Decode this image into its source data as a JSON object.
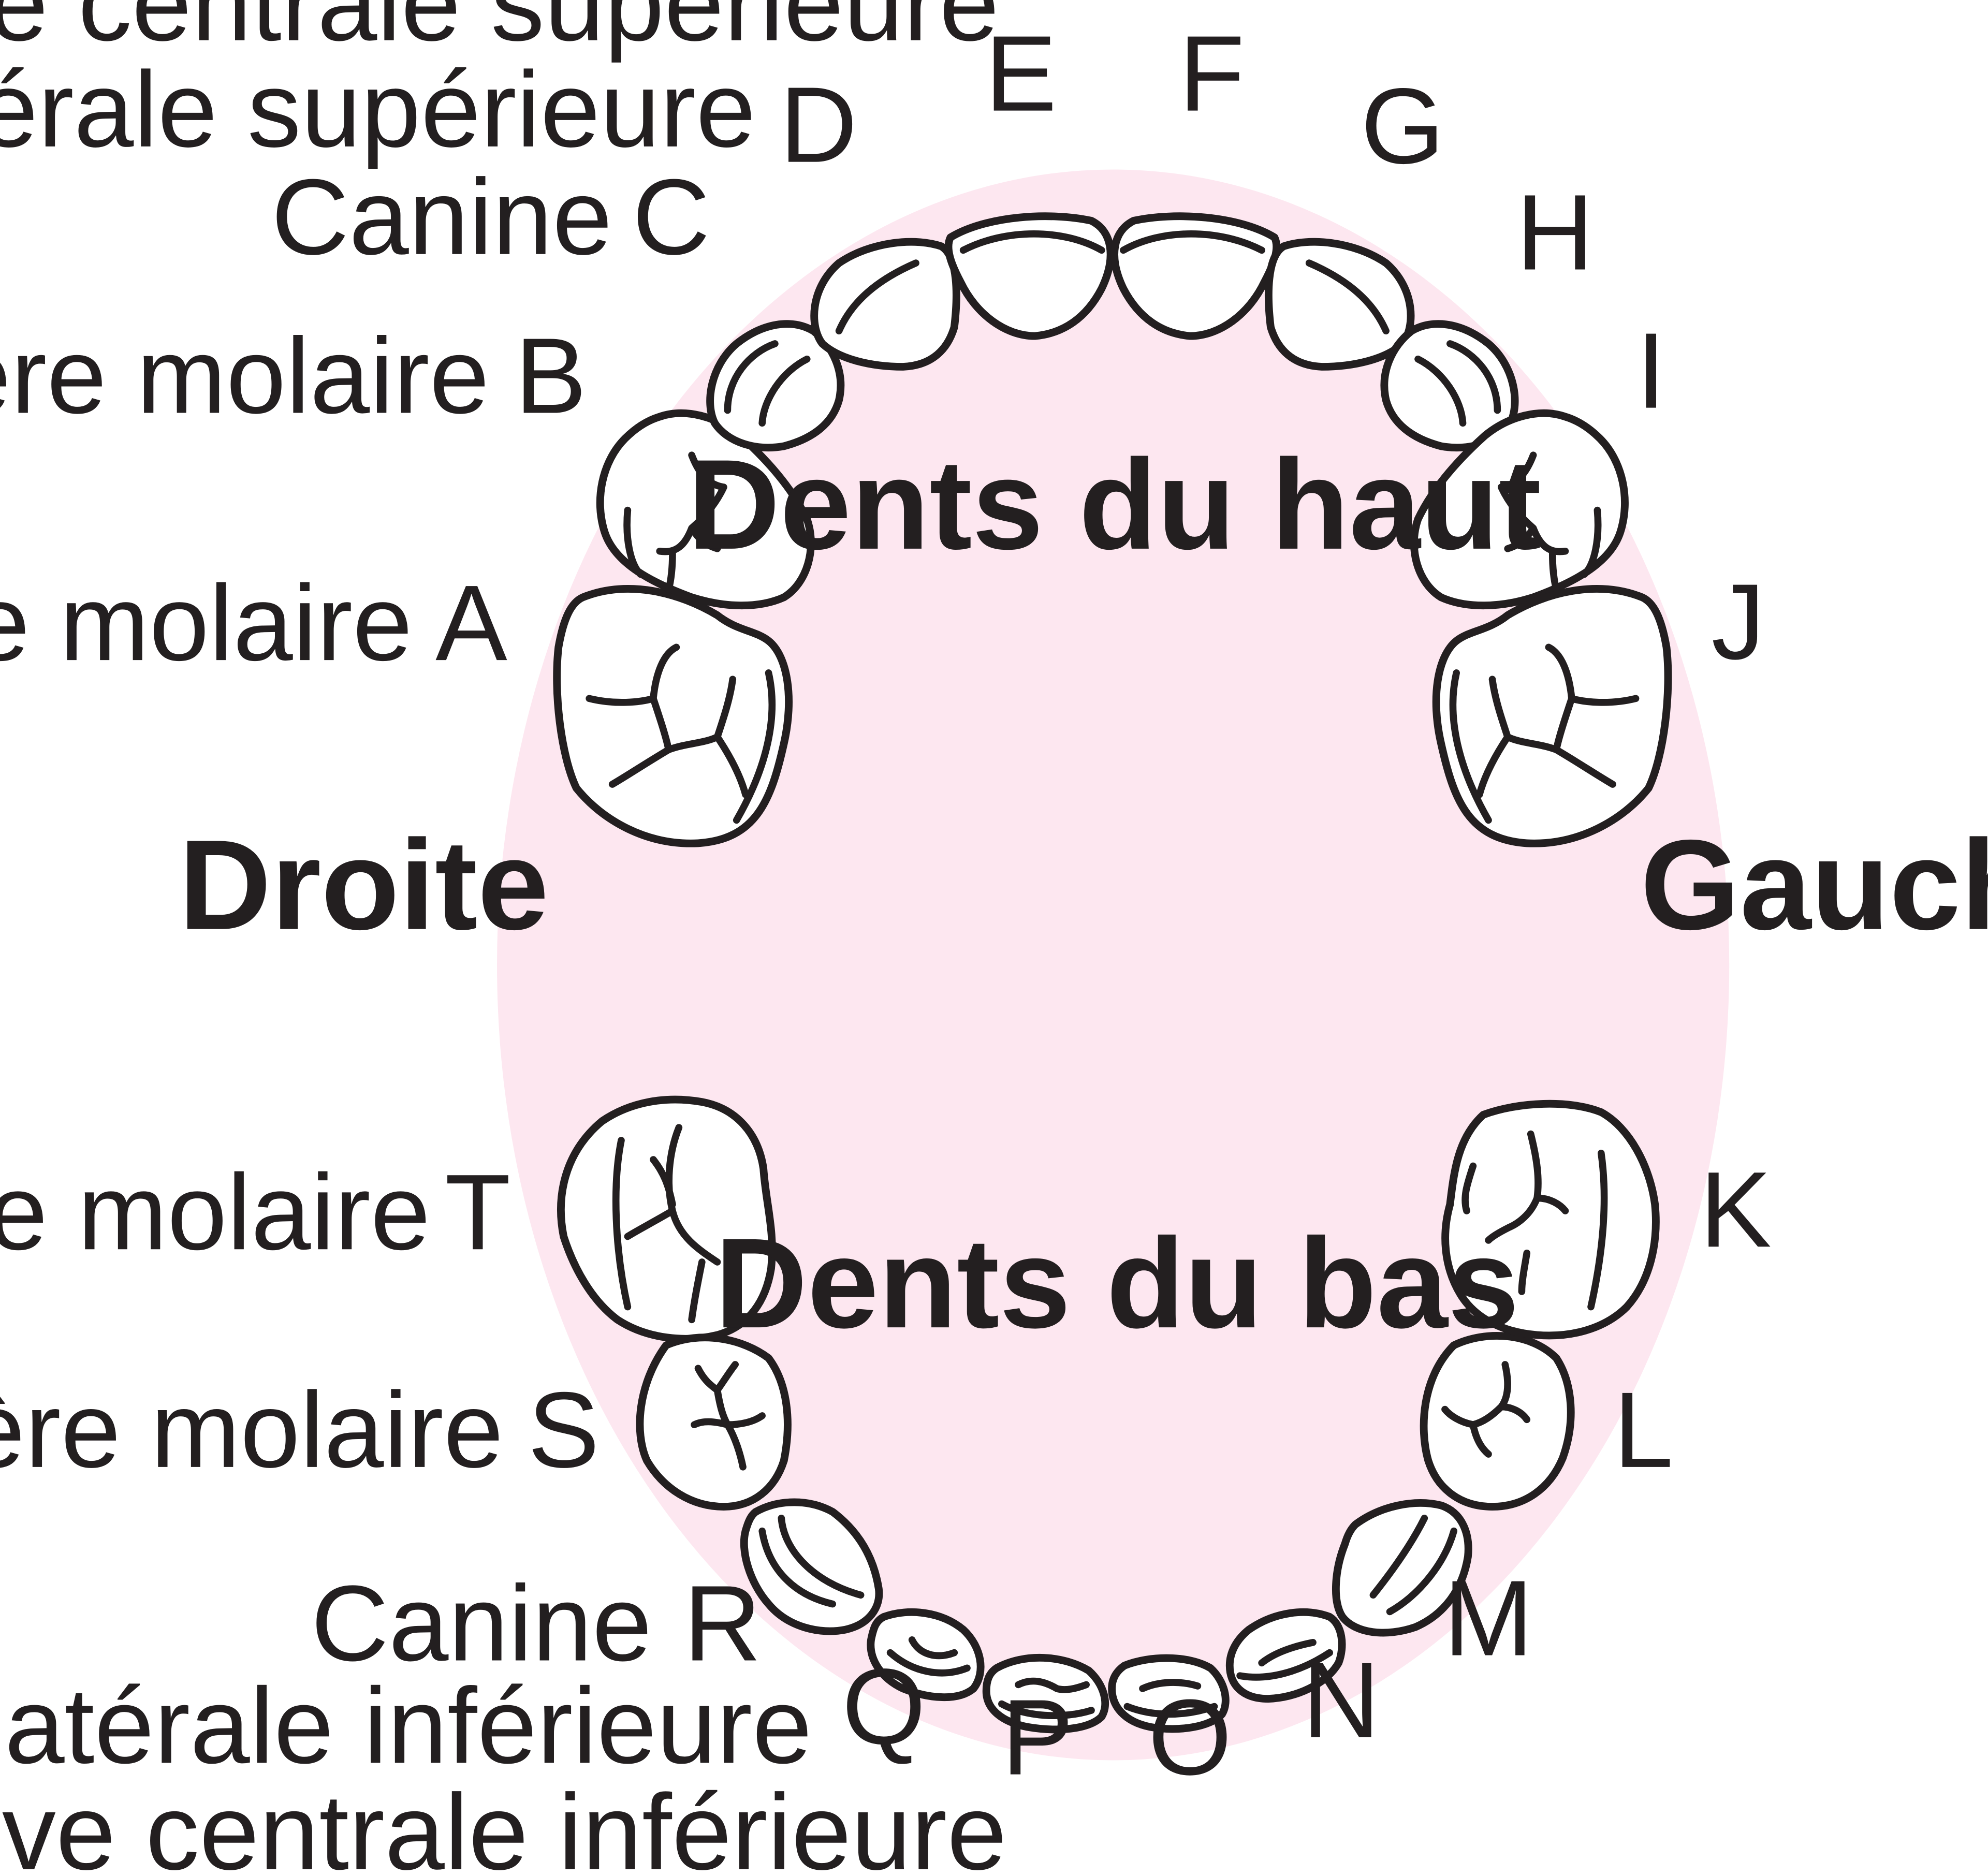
{
  "colors": {
    "palate": "#fde7f0",
    "outline": "#231f20",
    "tooth_fill": "#ffffff",
    "text": "#231f20"
  },
  "titles": {
    "upper": "Dents du haut",
    "lower": "Dents du bas",
    "right": "Droite",
    "left": "Gauche"
  },
  "labels": {
    "upper_central_incisor": "Incisive centrale supérieure",
    "upper_lateral_incisor": "Incisive latérale supérieure",
    "upper_canine": "Canine",
    "upper_first_molar": "Première molaire",
    "upper_second_molar": "Deuxième molaire",
    "lower_second_molar": "Deuxième molaire",
    "lower_first_molar": "Première molaire",
    "lower_canine": "Canine",
    "lower_lateral_incisor": "Incisive latérale inférieure",
    "lower_central_incisor": "Incisive centrale inférieure"
  },
  "letters": {
    "A": "A",
    "B": "B",
    "C": "C",
    "D": "D",
    "E": "E",
    "F": "F",
    "G": "G",
    "H": "H",
    "I": "I",
    "J": "J",
    "K": "K",
    "L": "L",
    "M": "M",
    "N": "N",
    "O": "O",
    "P": "P",
    "Q": "Q",
    "R": "R",
    "S": "S",
    "T": "T"
  }
}
